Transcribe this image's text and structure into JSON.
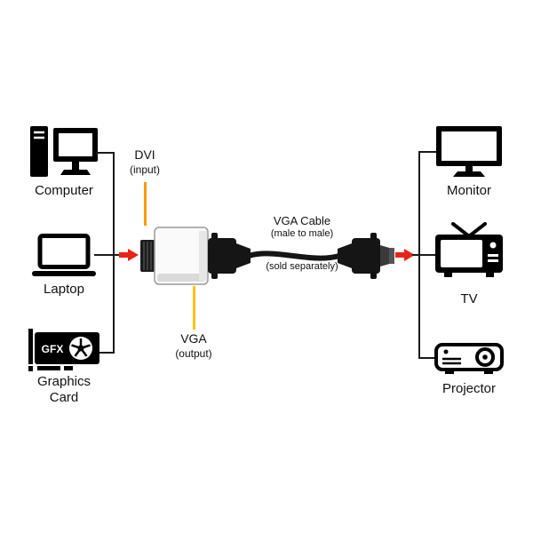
{
  "sources": [
    {
      "label": "Computer",
      "icon": "desktop-computer-icon"
    },
    {
      "label": "Laptop",
      "icon": "laptop-icon"
    },
    {
      "label": "Graphics\nCard",
      "icon": "graphics-card-icon",
      "chip_label": "GFX"
    }
  ],
  "displays": [
    {
      "label": "Monitor",
      "icon": "monitor-icon"
    },
    {
      "label": "TV",
      "icon": "tv-icon"
    },
    {
      "label": "Projector",
      "icon": "projector-icon"
    }
  ],
  "adapter": {
    "input_label": "DVI",
    "input_sublabel": "(input)",
    "output_label": "VGA",
    "output_sublabel": "(output)"
  },
  "cable": {
    "name": "VGA Cable",
    "type": "(male to male)",
    "note": "(sold separately)"
  },
  "colors": {
    "arrow": "#e8231a",
    "dvi_pointer_line": "#ff9800",
    "vga_pointer_line": "#ffc107",
    "icon": "#000000"
  }
}
